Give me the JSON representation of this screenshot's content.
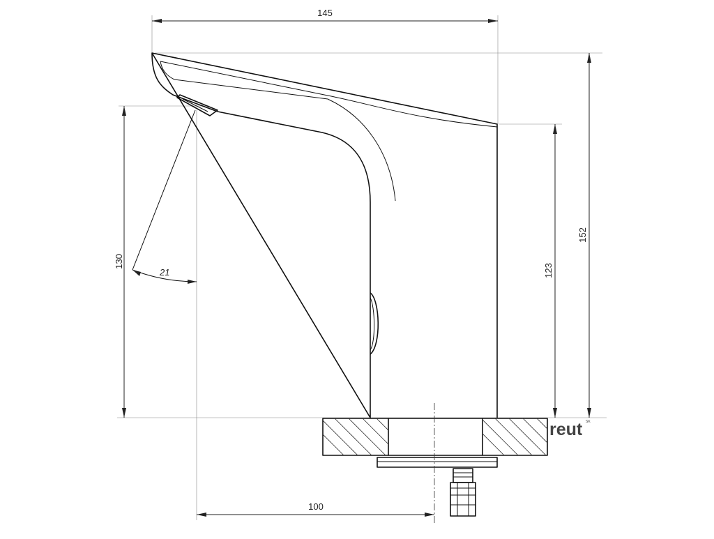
{
  "dimensions": {
    "total_width": "145",
    "total_height": "152",
    "body_height": "123",
    "spout_height": "130",
    "spout_reach": "100",
    "spray_angle": "21"
  },
  "logo": {
    "text": "reut",
    "superscript": "SK"
  },
  "colors": {
    "line": "#111111",
    "extension": "#888888",
    "logo": "#444444"
  }
}
